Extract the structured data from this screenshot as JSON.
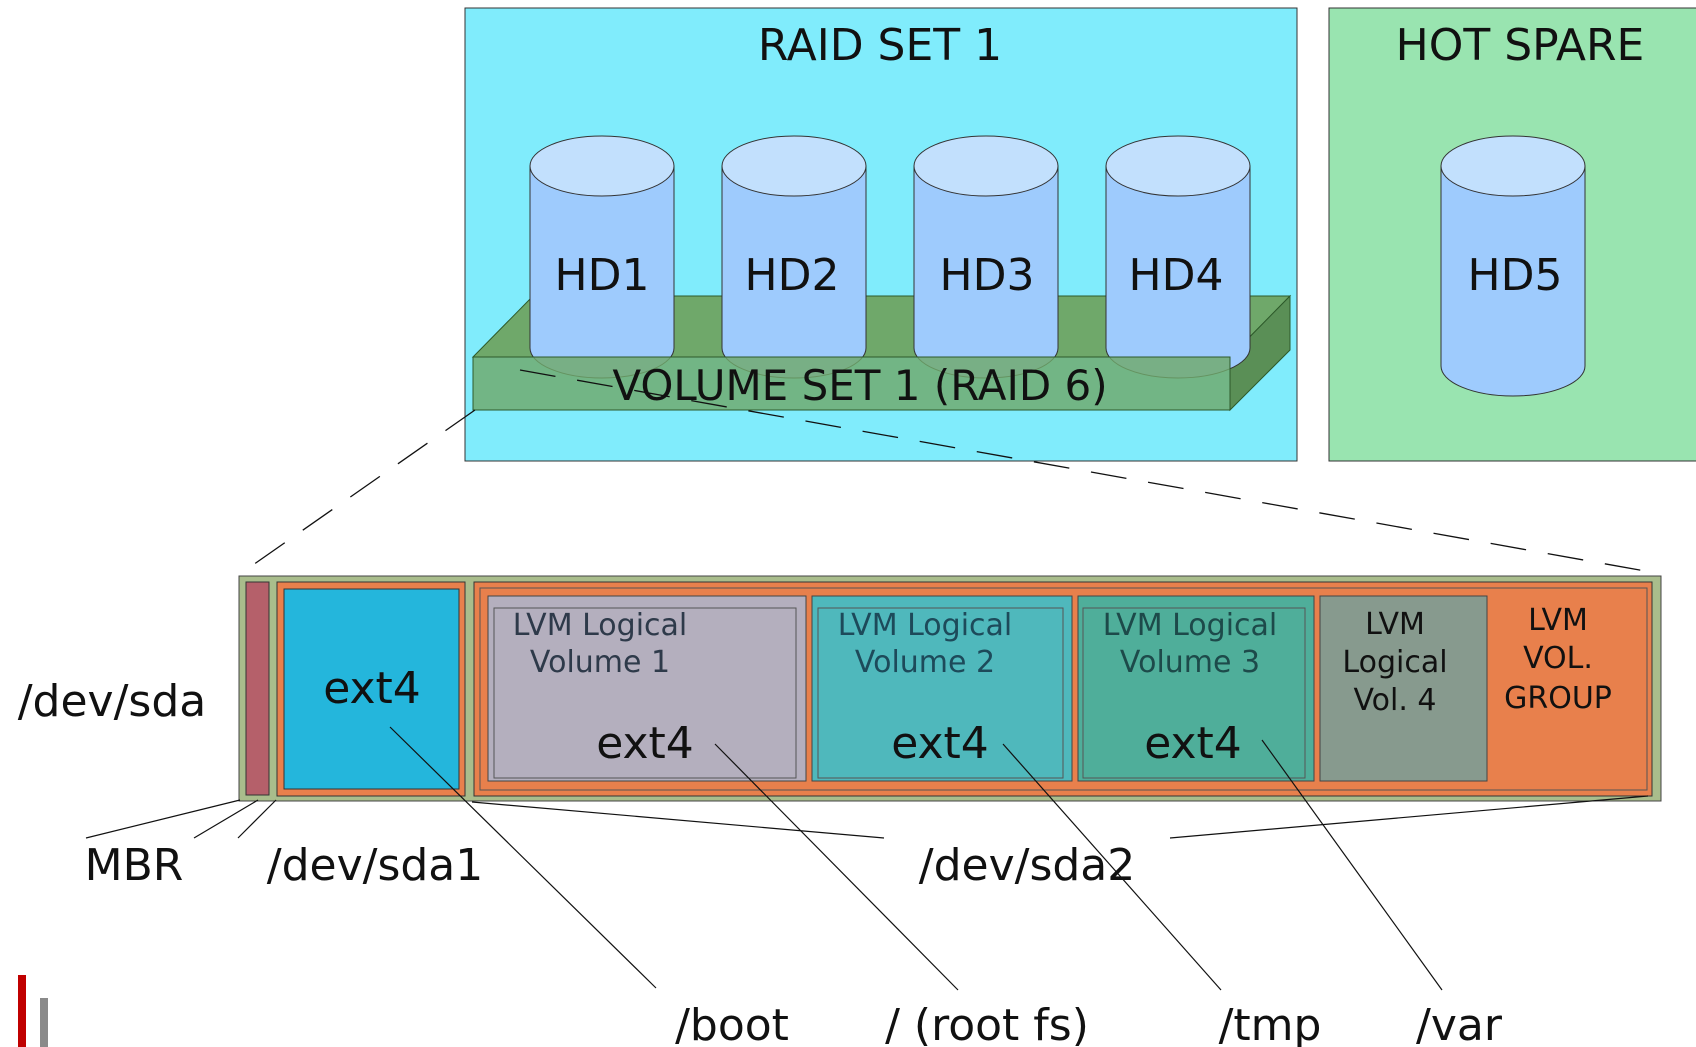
{
  "raid_set": {
    "title": "RAID SET 1",
    "disks": [
      "HD1",
      "HD2",
      "HD3",
      "HD4"
    ],
    "volume_label": "VOLUME SET 1  (RAID 6)"
  },
  "hot_spare": {
    "title": "HOT SPARE",
    "disk": "HD5"
  },
  "device": {
    "label": "/dev/sda",
    "sda1_fs": "ext4",
    "logical_volumes": [
      {
        "line1": "LVM Logical",
        "line2": "Volume 1",
        "fs": "ext4"
      },
      {
        "line1": "LVM Logical",
        "line2": "Volume 2",
        "fs": "ext4"
      },
      {
        "line1": "LVM Logical",
        "line2": "Volume 3",
        "fs": "ext4"
      }
    ],
    "lv4": [
      "LVM",
      "Logical",
      "Vol. 4"
    ],
    "vg": [
      "LVM",
      "VOL.",
      "GROUP"
    ]
  },
  "partitions": {
    "mbr": "MBR",
    "sda1": "/dev/sda1",
    "sda2": "/dev/sda2"
  },
  "mount_points": {
    "boot": "/boot",
    "root": "/ (root fs)",
    "tmp": "/tmp",
    "var": "/var"
  },
  "colors": {
    "raid_bg": "#80ecfc",
    "spare_bg": "#99e4b0",
    "disk": "#9ecbfd",
    "disk_top": "#c2e0fd",
    "volume": "#6fa86a",
    "device_bg": "#a9bd8c",
    "mbr": "#b5606a",
    "orange": "#e8804c",
    "sda1_fill": "#24b6dc",
    "lv1": "#b4afbe",
    "lv2": "#4fb8bc",
    "lv3": "#4fae9a",
    "lv4": "#879a8e"
  }
}
